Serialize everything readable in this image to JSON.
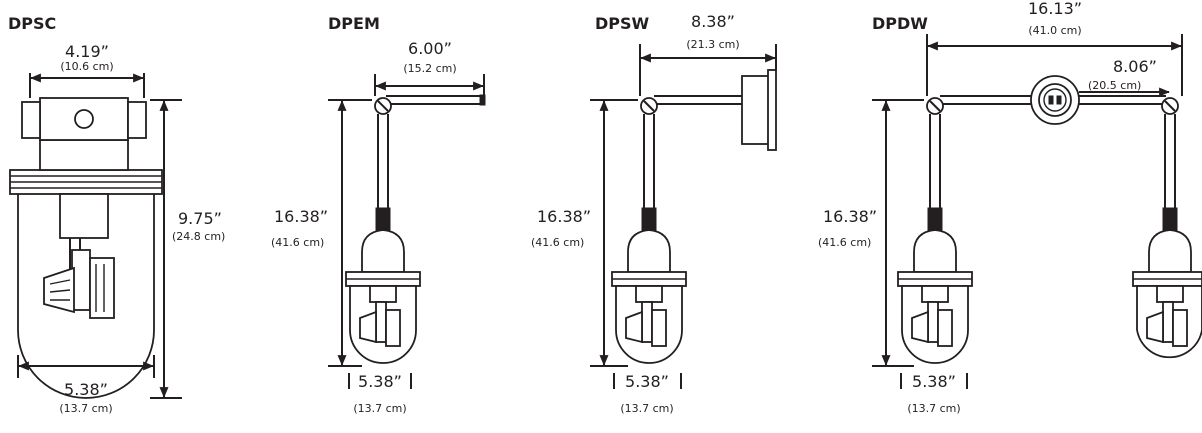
{
  "models": [
    {
      "title": "DPSC",
      "top_in": "4.19”",
      "top_cm": "(10.6 cm)",
      "side_in": "9.75”",
      "side_cm": "(24.8 cm)",
      "bottom_in": "5.38”",
      "bottom_cm": "(13.7 cm)"
    },
    {
      "title": "DPEM",
      "top_in": "6.00”",
      "top_cm": "(15.2 cm)",
      "side_in": "16.38”",
      "side_cm": "(41.6 cm)",
      "bottom_in": "5.38”",
      "bottom_cm": "(13.7 cm)"
    },
    {
      "title": "DPSW",
      "top_in": "8.38”",
      "top_cm": "(21.3 cm)",
      "side_in": "16.38”",
      "side_cm": "(41.6 cm)",
      "bottom_in": "5.38”",
      "bottom_cm": "(13.7 cm)"
    },
    {
      "title": "DPDW",
      "top_in": "16.13”",
      "top_cm": "(41.0 cm)",
      "mid_in": "8.06”",
      "mid_cm": "(20.5 cm)",
      "side_in": "16.38”",
      "side_cm": "(41.6 cm)",
      "bottom_in": "5.38”",
      "bottom_cm": "(13.7 cm)"
    }
  ],
  "colors": {
    "ink": "#231f20",
    "background": "#ffffff"
  }
}
